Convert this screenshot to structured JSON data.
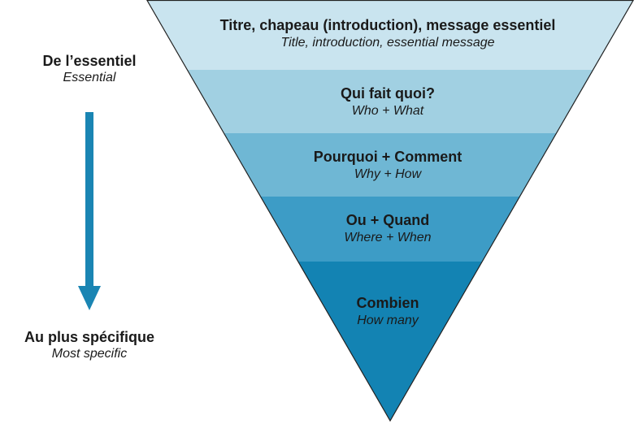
{
  "left_axis": {
    "top_label_fr": "De l’essentiel",
    "top_label_en": "Essential",
    "bottom_label_fr": "Au plus spécifique",
    "bottom_label_en": "Most specific",
    "arrow_color": "#1a85b3"
  },
  "funnel": {
    "bands": [
      {
        "fr": "Titre, chapeau (introduction), message essentiel",
        "en": "Title, introduction, essential message",
        "color": "#c9e4ef"
      },
      {
        "fr": "Qui fait quoi?",
        "en": "Who + What",
        "color": "#a1d0e2"
      },
      {
        "fr": "Pourquoi + Comment",
        "en": "Why + How",
        "color": "#6fb7d4"
      },
      {
        "fr": "Ou + Quand",
        "en": "Where + When",
        "color": "#3d9cc6"
      },
      {
        "fr": "Combien",
        "en": "How many",
        "color": "#1383b3"
      }
    ]
  }
}
